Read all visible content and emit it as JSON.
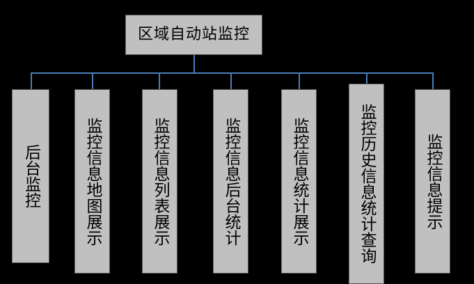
{
  "diagram": {
    "type": "org-tree",
    "title_node": {
      "id": "root",
      "label": "区域自动站监控"
    },
    "colors": {
      "background": "#000000",
      "node_fill": "#c0c0c0",
      "node_border": "#555555",
      "connector": "#4a7ebb",
      "text": "#000000"
    },
    "children": [
      {
        "id": "child-1",
        "label": "后台监控"
      },
      {
        "id": "child-2",
        "label": "监控信息地图展示"
      },
      {
        "id": "child-3",
        "label": "监控信息列表展示"
      },
      {
        "id": "child-4",
        "label": "监控信息后台统计"
      },
      {
        "id": "child-5",
        "label": "监控信息统计展示"
      },
      {
        "id": "child-6",
        "label": "监控历史信息统计查询"
      },
      {
        "id": "child-7",
        "label": "监控信息提示"
      }
    ]
  }
}
